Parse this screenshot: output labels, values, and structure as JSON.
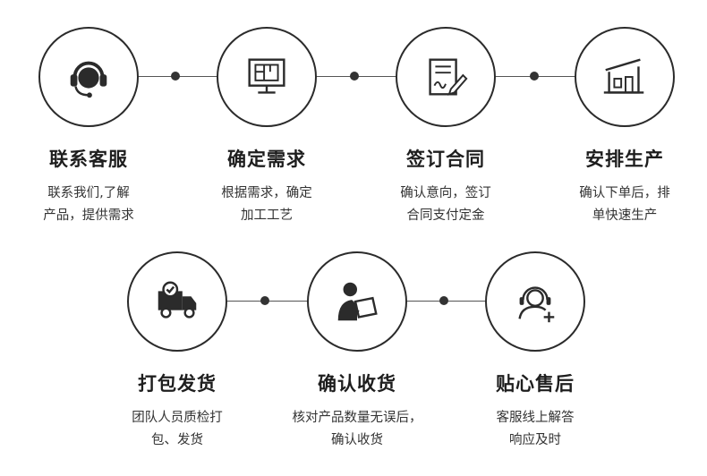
{
  "row1": [
    {
      "title": "联系客服",
      "desc1": "联系我们,了解",
      "desc2": "产品，提供需求",
      "icon": "headset-icon"
    },
    {
      "title": "确定需求",
      "desc1": "根据需求，确定",
      "desc2": "加工工艺",
      "icon": "blueprint-monitor-icon"
    },
    {
      "title": "签订合同",
      "desc1": "确认意向，签订",
      "desc2": "合同支付定金",
      "icon": "contract-sign-icon"
    },
    {
      "title": "安排生产",
      "desc1": "确认下单后，排",
      "desc2": "单快速生产",
      "icon": "factory-icon"
    }
  ],
  "row2": [
    {
      "title": "打包发货",
      "desc1": "团队人员质检打",
      "desc2": "包、发货",
      "icon": "delivery-truck-icon"
    },
    {
      "title": "确认收货",
      "desc1": "核对产品数量无误后，",
      "desc2": "确认收货",
      "icon": "person-clipboard-icon"
    },
    {
      "title": "贴心售后",
      "desc1": "客服线上解答",
      "desc2": "响应及时",
      "icon": "support-agent-icon"
    }
  ]
}
